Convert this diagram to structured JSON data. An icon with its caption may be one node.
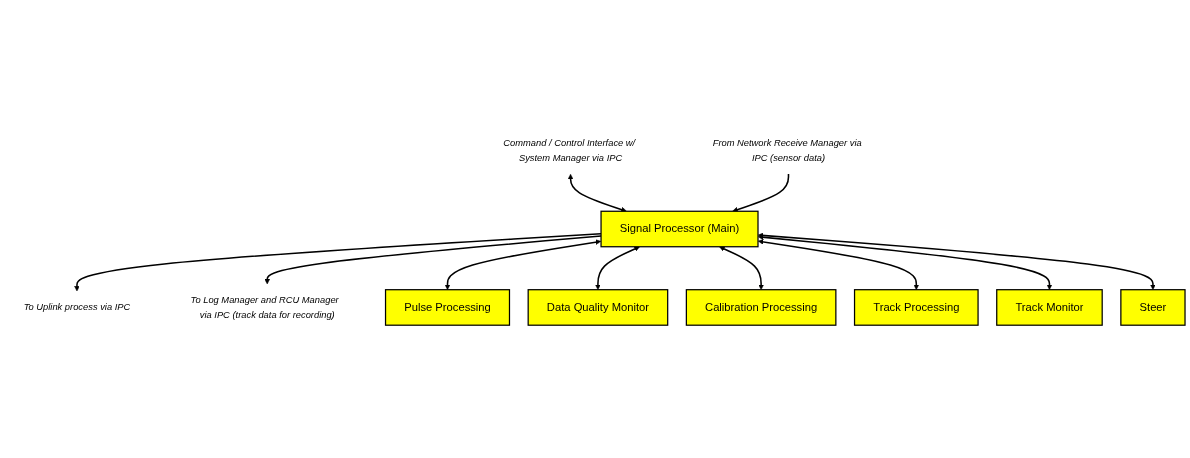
{
  "diagram": {
    "nodes": [
      {
        "text": [
          "Signal Processor (Main)"
        ]
      },
      {
        "text": [
          "Command / Control Interface w/ System Manager via IPC"
        ]
      },
      {
        "text": [
          "From Network Receive Manager via IPC (sensor data)"
        ]
      },
      {
        "text": [
          "To Uplink process via IPC"
        ]
      },
      {
        "text": [
          "To Log Manager and RCU Manager  via IPC (track data for recording)"
        ]
      },
      {
        "text": [
          "Pulse Processing"
        ]
      },
      {
        "text": [
          "Data Quality Monitor"
        ]
      },
      {
        "text": [
          "Calibration Processing"
        ]
      },
      {
        "text": [
          "Track Processing"
        ]
      },
      {
        "text": [
          "Track Monitor"
        ]
      },
      {
        "text": [
          "Steer"
        ]
      }
    ],
    "edges": [
      {
        "from": 1,
        "to": 0,
        "arrow": "both"
      },
      {
        "from": 2,
        "to": 0,
        "arrow": "to"
      },
      {
        "from": 0,
        "to": 3,
        "arrow": "to"
      },
      {
        "from": 0,
        "to": 4,
        "arrow": "to"
      },
      {
        "from": 0,
        "to": 5,
        "arrow": "both"
      },
      {
        "from": 0,
        "to": 6,
        "arrow": "both"
      },
      {
        "from": 0,
        "to": 7,
        "arrow": "both"
      },
      {
        "from": 0,
        "to": 8,
        "arrow": "both"
      },
      {
        "from": 0,
        "to": 9,
        "arrow": "both"
      },
      {
        "from": 0,
        "to": 10,
        "arrow": "both"
      }
    ]
  }
}
